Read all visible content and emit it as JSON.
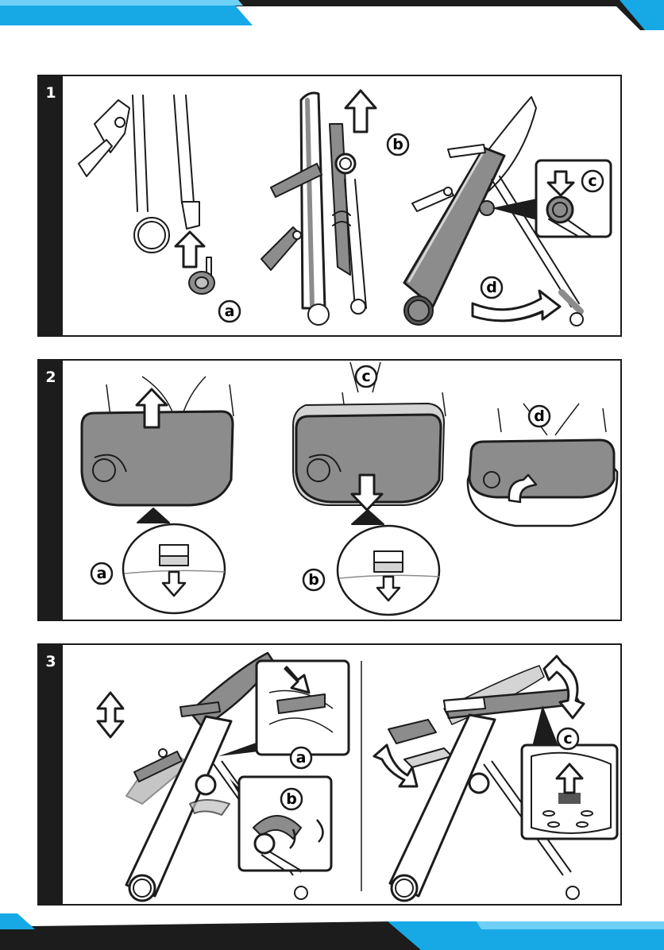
{
  "colors": {
    "dark": "#1c1c1c",
    "accent_blue": "#17a9e6",
    "frame_gray": "#8c8c8c",
    "light_gray": "#d4d4d4"
  },
  "steps": [
    {
      "number": "1",
      "labels": [
        "a",
        "b",
        "c",
        "d"
      ]
    },
    {
      "number": "2",
      "labels": [
        "a",
        "b",
        "c",
        "d"
      ]
    },
    {
      "number": "3",
      "labels": [
        "a",
        "b",
        "c"
      ]
    }
  ]
}
